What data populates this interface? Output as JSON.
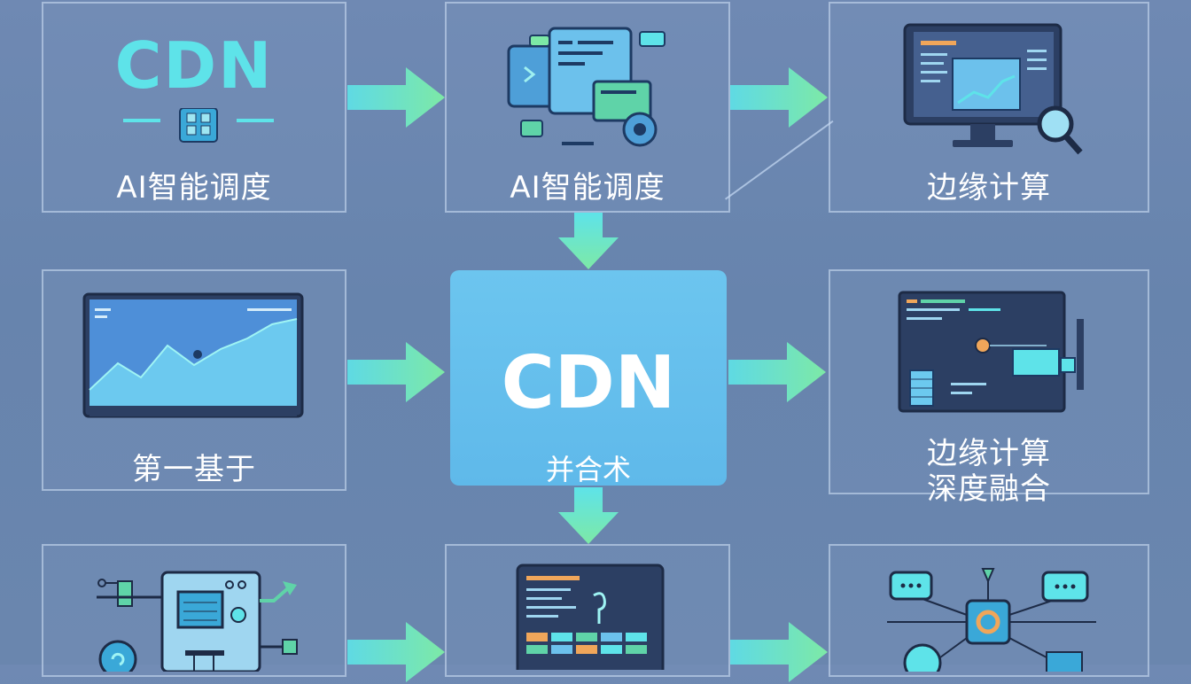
{
  "cards": {
    "top_left": {
      "logo": "CDN",
      "label": "AI智能调度"
    },
    "top_mid": {
      "label": "AI智能调度"
    },
    "top_right": {
      "label": "边缘计算"
    },
    "mid_left": {
      "label": "第一基于"
    },
    "center": {
      "title": "CDN",
      "subtitle": "并合术"
    },
    "mid_right": {
      "label_line1": "边缘计算",
      "label_line2": "深度融合"
    }
  },
  "colors": {
    "arrow": "#7de9a6",
    "center": "#62bdea",
    "accent_cyan": "#5ee3e9",
    "accent_green": "#4fd98c"
  },
  "icons": {
    "top_left": "cdn-node-icon",
    "top_mid": "code-window-gear-icon",
    "top_right": "monitor-search-icon",
    "mid_left": "monitor-chart-icon",
    "mid_right": "dashboard-icon",
    "bottom_left": "circuit-board-icon",
    "bottom_mid": "code-editor-icon",
    "bottom_right": "network-hub-icon"
  }
}
